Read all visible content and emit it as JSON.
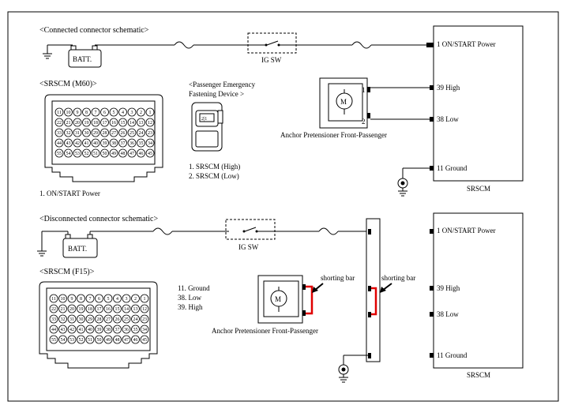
{
  "top": {
    "title": "<Connected connector schematic>",
    "battery_label": "BATT.",
    "ig_sw_label": "IG SW",
    "srscm_connector_title": "<SRSCM  (M60)>",
    "device_title_line1": "<Passenger Emergency",
    "device_title_line2": "Fastening Device   >",
    "device_pins": "2|1",
    "device_pin_list": [
      "1. SRSCM  (High)",
      "2. SRSCM  (Low)"
    ],
    "connector_pin_note": "1. ON/START  Power",
    "anchor_label": "Anchor Pretensioner Front-Passenger",
    "motor_label": "M",
    "motor_pin1": "1",
    "motor_pin2": "2",
    "module_pins": [
      "1 ON/START  Power",
      "39 High",
      "38 Low",
      "11  Ground"
    ],
    "module_name": "SRSCM"
  },
  "bottom": {
    "title": "<Disconnected connector schematic>",
    "battery_label": "BATT.",
    "ig_sw_label": "IG SW",
    "srscm_connector_title": "<SRSCM  (F15)>",
    "pin_list": [
      "11.  Ground",
      "38.  Low",
      "39.  High"
    ],
    "shorting_bar_label_left": "shorting bar",
    "shorting_bar_label_right": "shorting bar",
    "anchor_label": "Anchor Pretensioner Front-Passenger",
    "motor_label": "M",
    "module_pins": [
      "1 ON/START  Power",
      "39 High",
      "38 Low",
      "11  Ground"
    ],
    "module_name": "SRSCM"
  },
  "connector_rows": [
    [
      "11",
      "10",
      "9",
      "8",
      "7",
      "6",
      "5",
      "4",
      "3",
      "2",
      "1"
    ],
    [
      "22",
      "21",
      "20",
      "19",
      "18",
      "17",
      "16",
      "15",
      "14",
      "13",
      "12"
    ],
    [
      "33",
      "32",
      "31",
      "30",
      "29",
      "28",
      "27",
      "26",
      "25",
      "24",
      "23"
    ],
    [
      "44",
      "43",
      "42",
      "41",
      "40",
      "39",
      "38",
      "37",
      "36",
      "35",
      "34"
    ],
    [
      "55",
      "54",
      "53",
      "52",
      "51",
      "50",
      "49",
      "48",
      "47",
      "46",
      "45"
    ]
  ],
  "colors": {
    "line": "#000000",
    "shorting_bar": "#e00000"
  }
}
